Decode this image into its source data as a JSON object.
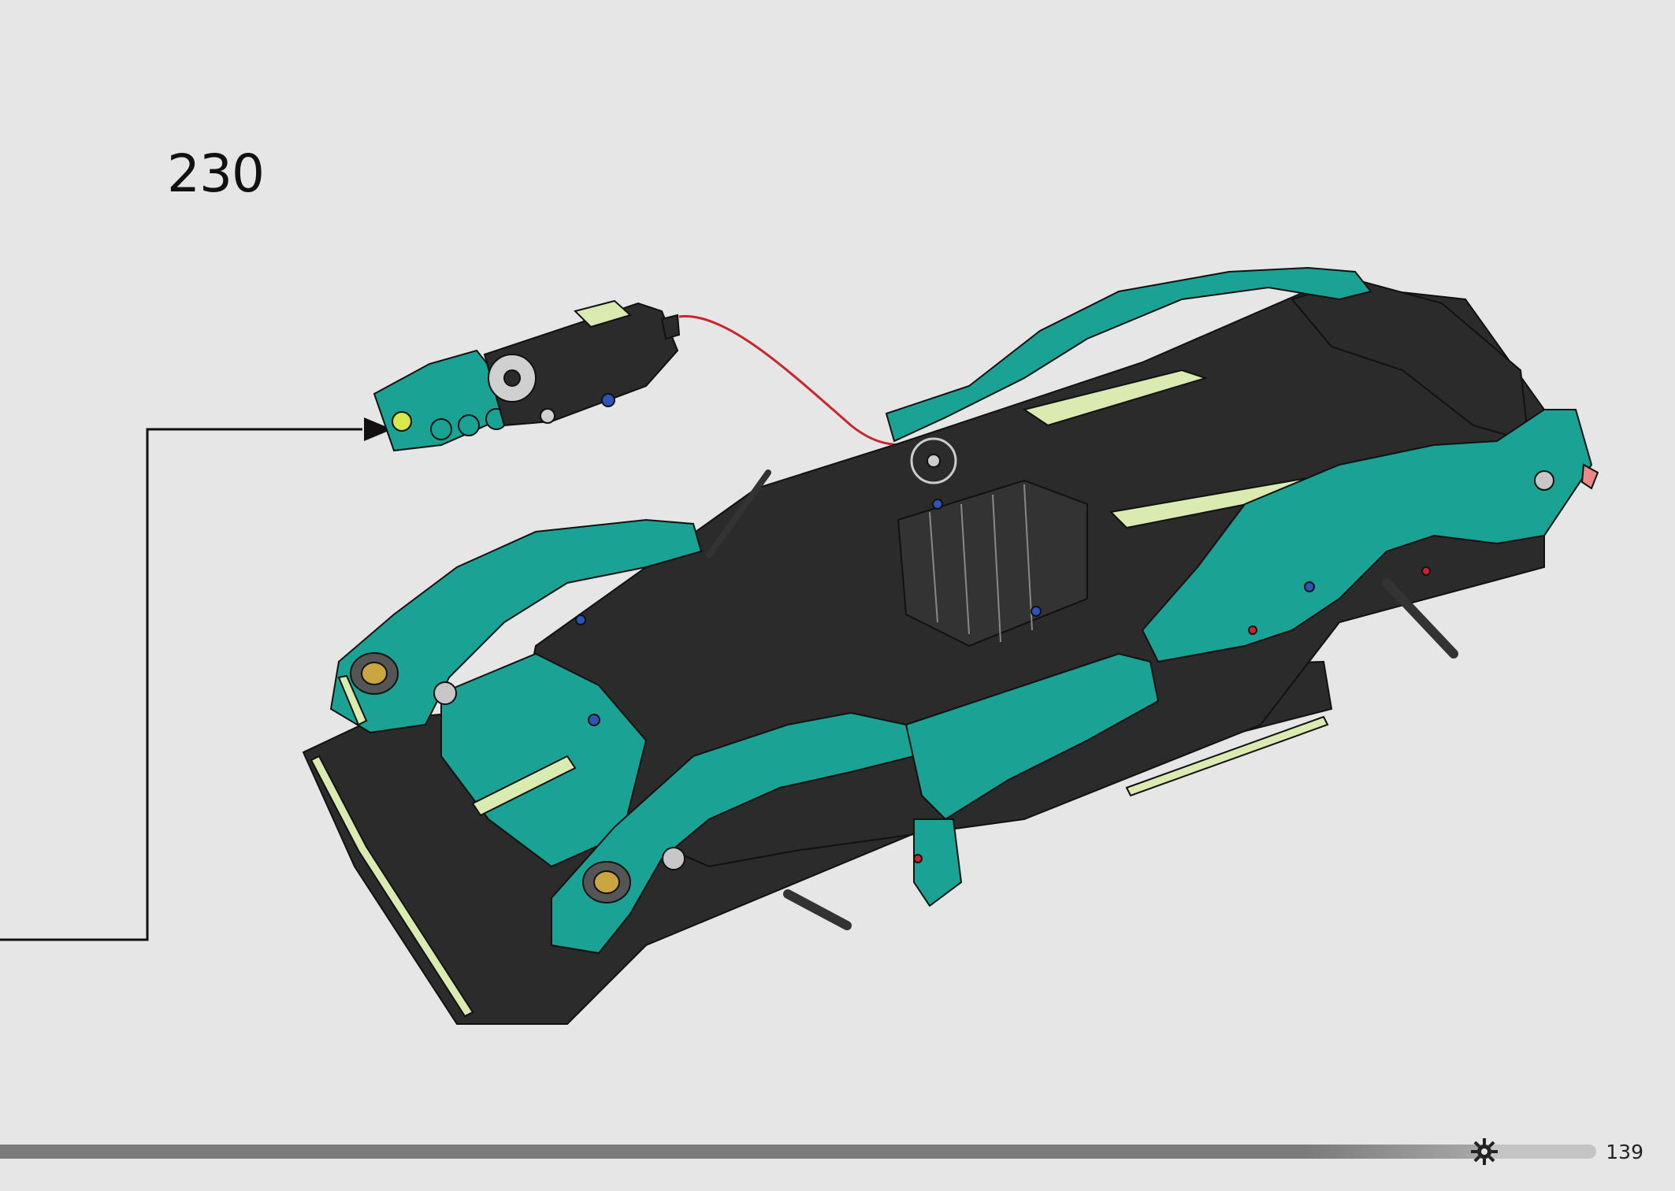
{
  "step": {
    "number": "230"
  },
  "footer": {
    "page_number": "139",
    "progress_fraction": 0.93
  },
  "colors": {
    "background": "#e6e6e6",
    "teal": "#1aa394",
    "black_part": "#2b2b2b",
    "lime_trim": "#d9ebb0",
    "cable_red": "#c8262c",
    "axle_gray": "#8f8f8f"
  },
  "icons": {
    "progress_marker": "gear-icon",
    "callout_arrow": "arrow-right-icon"
  }
}
